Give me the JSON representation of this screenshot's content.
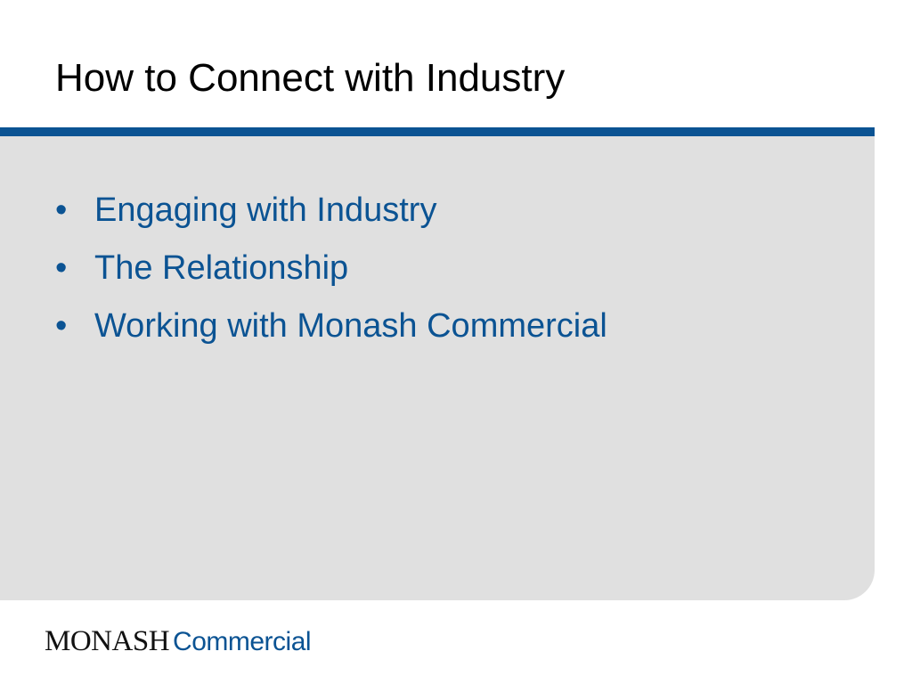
{
  "slide": {
    "title": "How to Connect with Industry",
    "bullets": [
      {
        "marker": "•",
        "text": "Engaging with Industry"
      },
      {
        "marker": "•",
        "text": "The Relationship"
      },
      {
        "marker": "•",
        "text": "Working with Monash Commercial"
      }
    ]
  },
  "footer": {
    "logo_primary": "MONASH",
    "logo_secondary": "Commercial"
  },
  "colors": {
    "accent_blue": "#0b5393",
    "panel_gray": "#e0e0e0",
    "title_text": "#000000"
  }
}
